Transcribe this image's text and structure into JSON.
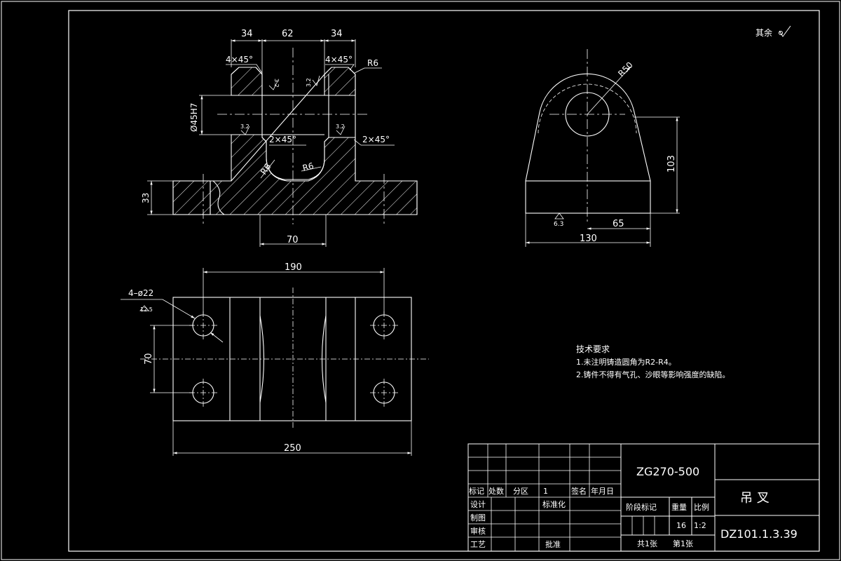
{
  "surface_note": "其余",
  "front_view": {
    "dim_top": [
      "34",
      "62",
      "34"
    ],
    "chamfer_left": "4×45°",
    "chamfer_right": "4×45°",
    "radius_top": "R6",
    "bore_dia": "Ø45H7",
    "rough_a": "3.2",
    "rough_b": "3.2",
    "rough_c": "3.2",
    "rough_d": "3.2",
    "chamfer_mid_left": "2×45°",
    "chamfer_mid_right": "2×45°",
    "radius_left": "R6",
    "radius_mid": "R6",
    "base_height": "33",
    "slot_width": "70"
  },
  "side_view": {
    "radius": "R50",
    "height": "103",
    "half_width": "65",
    "width": "130",
    "rough": "6.3"
  },
  "top_view": {
    "hole_span": "190",
    "holes": "4–ø22",
    "hole_rough": "12.5",
    "hole_pitch": "70",
    "length": "250"
  },
  "tech": {
    "title": "技术要求",
    "line1": "1.未注明铸造圆角为R2-R4。",
    "line2": "2.铸件不得有气孔、沙眼等影响强度的缺陷。"
  },
  "title_block": {
    "material": "ZG270-500",
    "part_name": "吊  叉",
    "drawing_no": "DZ101.1.3.39",
    "h_mark": "标记",
    "h_count": "处数",
    "h_zone": "分区",
    "h_zone_val": "1",
    "h_sign": "签名",
    "h_date": "年月日",
    "r_design": "设计",
    "r_standard": "标准化",
    "r_draw": "制图",
    "r_check": "审核",
    "r_craft": "工艺",
    "r_approve": "批准",
    "stage": "阶段标记",
    "weight": "重量",
    "scale": "比例",
    "weight_val": "16",
    "scale_val": "1:2",
    "sheets_total": "共1张",
    "sheet_no": "第1张"
  }
}
